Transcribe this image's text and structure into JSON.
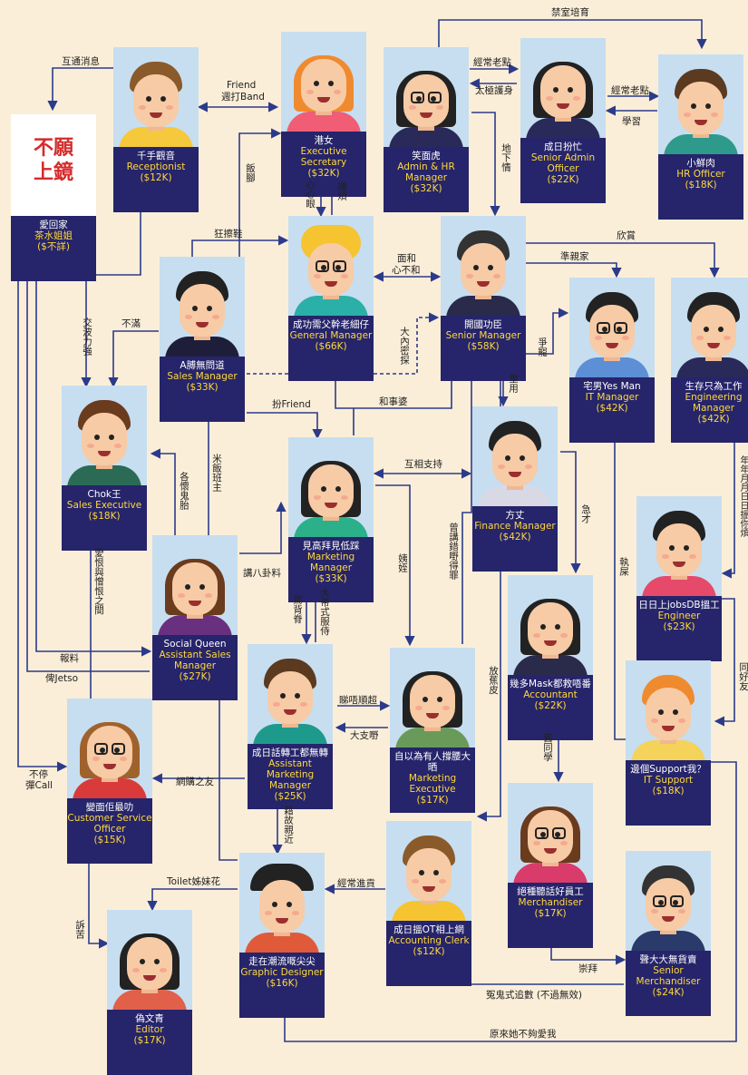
{
  "colors": {
    "background": "#fbeed8",
    "line": "#2c3a8a",
    "card_bg": "#26246a",
    "photo_bg": "#c6def0",
    "name_text": "#ffffff",
    "role_text": "#ffd93a",
    "no_show_text": "#d62a2a"
  },
  "placeholder": {
    "text_line1": "不願",
    "text_line2": "上鏡"
  },
  "people": {
    "receptionist": {
      "name": "千手觀音",
      "role": "Receptionist",
      "salary": "($12K)"
    },
    "exec_secretary": {
      "name": "港女",
      "role": "Executive Secretary",
      "salary": "($32K)"
    },
    "admin_hr": {
      "name": "笑面虎",
      "role": "Admin & HR Manager",
      "salary": "($32K)"
    },
    "senior_admin": {
      "name": "成日扮忙",
      "role": "Senior Admin Officer",
      "salary": "($22K)"
    },
    "hr_officer": {
      "name": "小鮮肉",
      "role": "HR Officer",
      "salary": "($18K)"
    },
    "tea_lady": {
      "name": "愛回家",
      "role": "茶水姐姐",
      "salary": "($不詳)"
    },
    "sales_manager": {
      "name": "A膊無問道",
      "role": "Sales Manager",
      "salary": "($33K)"
    },
    "general_manager": {
      "name": "成功需父幹老細仔",
      "role": "General Manager",
      "salary": "($66K)"
    },
    "senior_manager": {
      "name": "開國功臣",
      "role": "Senior Manager",
      "salary": "($58K)"
    },
    "it_manager": {
      "name": "宅男Yes Man",
      "role": "IT Manager",
      "salary": "($42K)"
    },
    "engineering_manager": {
      "name": "生存只為工作",
      "role": "Engineering Manager",
      "salary": "($42K)"
    },
    "sales_exec": {
      "name": "Chok王",
      "role": "Sales Executive",
      "salary": "($18K)"
    },
    "marketing_manager": {
      "name": "見高拜見低踩",
      "role": "Marketing Manager",
      "salary": "($33K)"
    },
    "finance_manager": {
      "name": "方丈",
      "role": "Finance Manager",
      "salary": "($42K)"
    },
    "engineer": {
      "name": "日日上jobsDB搵工",
      "role": "Engineer",
      "salary": "($23K)"
    },
    "asst_sales_manager": {
      "name": "Social Queen",
      "role": "Assistant Sales Manager",
      "salary": "($27K)"
    },
    "accountant": {
      "name": "幾多Mask都救唔番",
      "role": "Accountant",
      "salary": "($22K)"
    },
    "asst_marketing_manager": {
      "name": "成日話轉工都無轉",
      "role": "Assistant Marketing Manager",
      "salary": "($25K)"
    },
    "marketing_exec": {
      "name": "自以為有人撐腰大晒",
      "role": "Marketing Executive",
      "salary": "($17K)"
    },
    "it_support": {
      "name": "邊個Support我？",
      "role": "IT Support",
      "salary": "($18K)"
    },
    "cs_officer": {
      "name": "變面佢最叻",
      "role": "Customer Service Officer",
      "salary": "($15K)"
    },
    "merchandiser": {
      "name": "絕種聽話好員工",
      "role": "Merchandiser",
      "salary": "($17K)"
    },
    "accounting_clerk": {
      "name": "成日搵OT相上網",
      "role": "Accounting Clerk",
      "salary": "($12K)"
    },
    "graphic_designer": {
      "name": "走在潮流嘅尖尖",
      "role": "Graphic Designer",
      "salary": "($16K)"
    },
    "senior_merchandiser": {
      "name": "聲大大無貨賣",
      "role": "Senior Merchandiser",
      "salary": "($24K)"
    },
    "editor": {
      "name": "偽文青",
      "role": "Editor",
      "salary": "($17K)"
    }
  },
  "relations": {
    "r01": "禁室培育",
    "r02": "互通消息",
    "r03": "Friend",
    "r04": "週打Band",
    "r05": "經常老點",
    "r06": "太極護身",
    "r07": "經常老點",
    "r08": "學習",
    "r09": "飯腳",
    "r10": "心心眼",
    "r11": "嫌煩",
    "r12": "地下情",
    "r13": "狂擦鞋",
    "r14": "面和",
    "r15": "心不和",
    "r16": "欣賞",
    "r17": "準親家",
    "r18": "不滿",
    "r19": "交波力強",
    "r20": "大內密探",
    "r21": "爭寵",
    "r22": "扮Friend",
    "r23": "和事婆",
    "r24": "重用",
    "r25": "互相支持",
    "r26": "米飯班主",
    "r27": "各懷鬼胎",
    "r28": "急才",
    "r29": "執屎",
    "r30": "年年月月日日搵你煩",
    "r31": "講八卦料",
    "r32": "曾講錯嘢得罪",
    "r33": "姨姪",
    "r34": "大帝式服侍",
    "r35": "駡背脊",
    "r36": "愛恨與憎恨之間",
    "r37": "報料",
    "r38": "俾Jetso",
    "r39": "睇唔順超",
    "r40": "大支嘢",
    "r41": "放蕉皮",
    "r42": "舊同學",
    "r43": "同好友",
    "r44": "不停",
    "r45": "彈Call",
    "r46": "網購之友",
    "r47": "藉故親近",
    "r48": "Toilet姊妹花",
    "r49": "經常進貢",
    "r50": "訴苦",
    "r51": "崇拜",
    "r52": "冤鬼式追數 (不過無效)",
    "r53": "原來她不夠愛我"
  }
}
